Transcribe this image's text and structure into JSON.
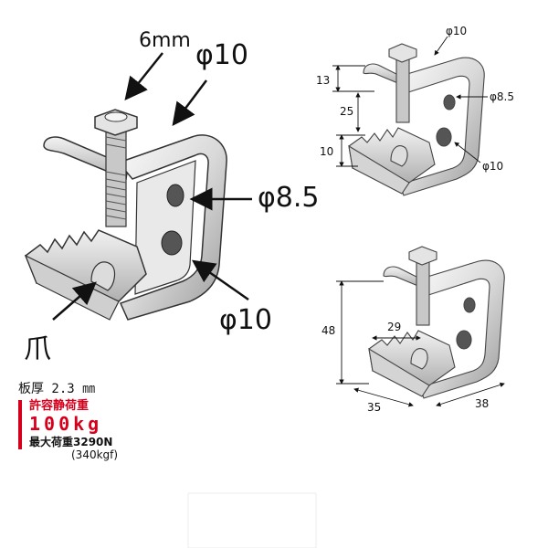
{
  "main": {
    "label_bolt": "6mm",
    "label_phi10_top": "φ10",
    "label_phi85": "φ8.5",
    "label_phi10_bottom": "φ10",
    "label_claw": "爪"
  },
  "detail_top": {
    "phi10_top": "φ10",
    "dim_13": "13",
    "dim_25": "25",
    "phi85": "φ8.5",
    "dim_10": "10",
    "phi10_bottom": "φ10"
  },
  "detail_bottom": {
    "dim_48": "48",
    "dim_29": "29",
    "dim_35": "35",
    "dim_38": "38"
  },
  "specs": {
    "thickness": "板厚 2.3 ㎜",
    "allowable_title": "許容静荷重",
    "allowable_value": "100kg",
    "max_load": "最大荷重3290N",
    "max_load_kgf": "(340kgf)"
  }
}
